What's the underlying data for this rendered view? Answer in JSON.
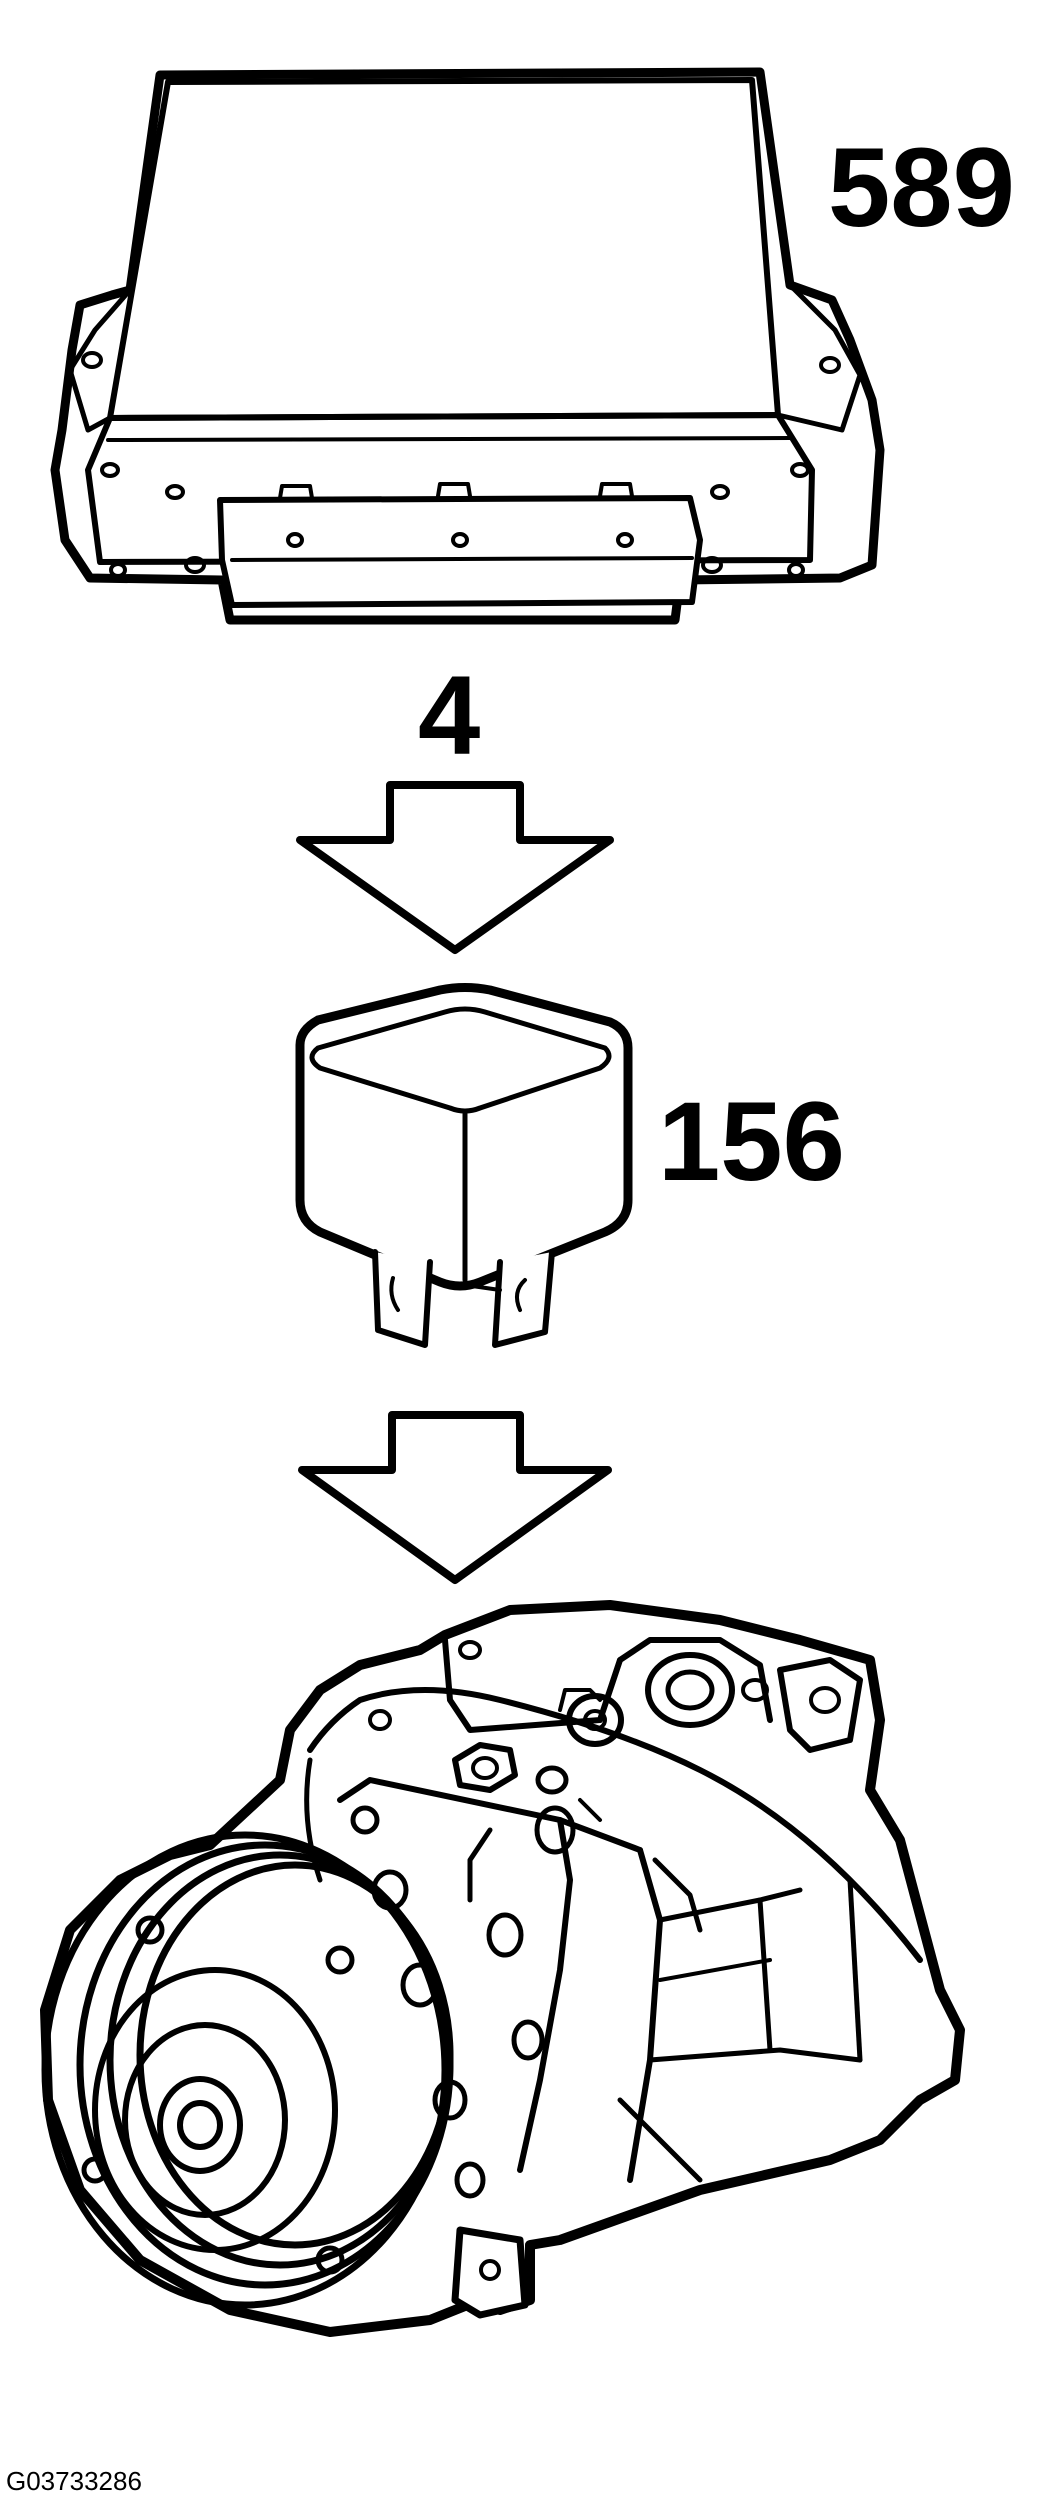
{
  "labels": {
    "control_module": "589",
    "signal": "4",
    "relay": "156",
    "figure_ref": "G03733286"
  },
  "components": [
    {
      "id": "control-module",
      "callout": "589"
    },
    {
      "id": "relay",
      "callout": "156"
    },
    {
      "id": "ac-compressor"
    }
  ],
  "colors": {
    "line": "#000000",
    "background": "#ffffff"
  }
}
